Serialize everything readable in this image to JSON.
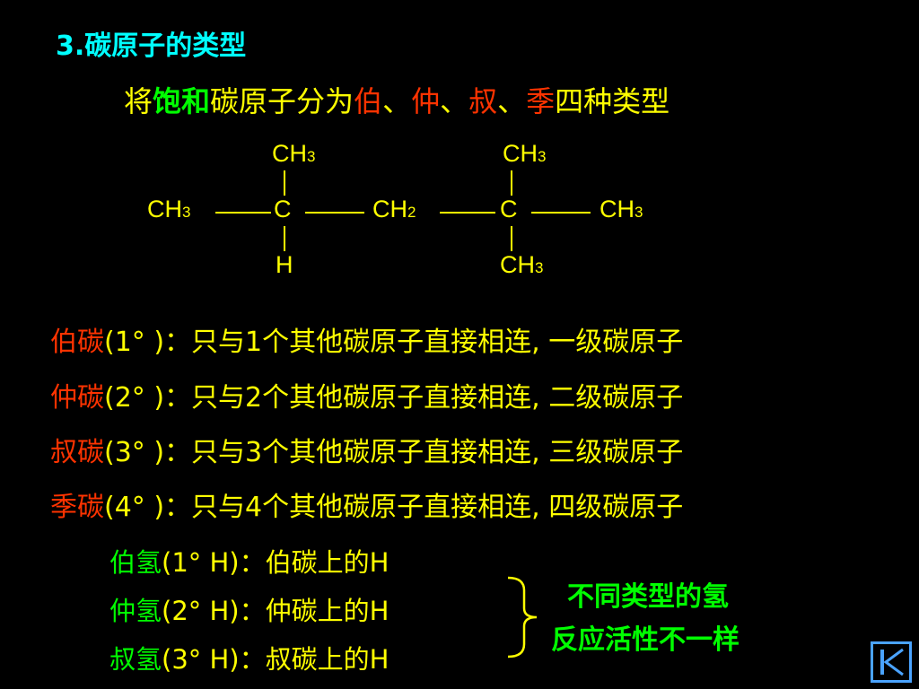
{
  "title": "3.碳原子的类型",
  "subtitle": {
    "part1": "将",
    "saturated": "饱和",
    "part2": "碳原子分为",
    "primary": "伯",
    "sep1": "、",
    "secondary": "仲",
    "sep2": "、",
    "tertiary": "叔",
    "sep3": "、",
    "quaternary": "季",
    "part3": "四种类型"
  },
  "structure": {
    "ch": "CH",
    "c": "C",
    "h": "H",
    "sub3": "3",
    "sub2": "2"
  },
  "definitions": [
    {
      "label": "伯碳",
      "rest": "(1° )：只与1个其他碳原子直接相连, 一级碳原子"
    },
    {
      "label": "仲碳",
      "rest": "(2° )：只与2个其他碳原子直接相连, 二级碳原子"
    },
    {
      "label": "叔碳",
      "rest": "(3° )：只与3个其他碳原子直接相连, 三级碳原子"
    },
    {
      "label": "季碳",
      "rest": "(4° )：只与4个其他碳原子直接相连, 四级碳原子"
    }
  ],
  "hydrogens": [
    {
      "label": "伯氢",
      "rest": "(1° H)：伯碳上的H"
    },
    {
      "label": "仲氢",
      "rest": "(2° H)：仲碳上的H"
    },
    {
      "label": "叔氢",
      "rest": "(3° H)：叔碳上的H"
    }
  ],
  "note": {
    "line1": "不同类型的氢",
    "line2": "反应活性不一样"
  },
  "colors": {
    "background": "#000000",
    "title": "#00ffff",
    "text": "#ffff00",
    "highlight_red": "#ff3300",
    "highlight_green": "#00ff00",
    "nav": "#4aa3ff"
  },
  "nav": {
    "icon": "first-slide-icon"
  }
}
